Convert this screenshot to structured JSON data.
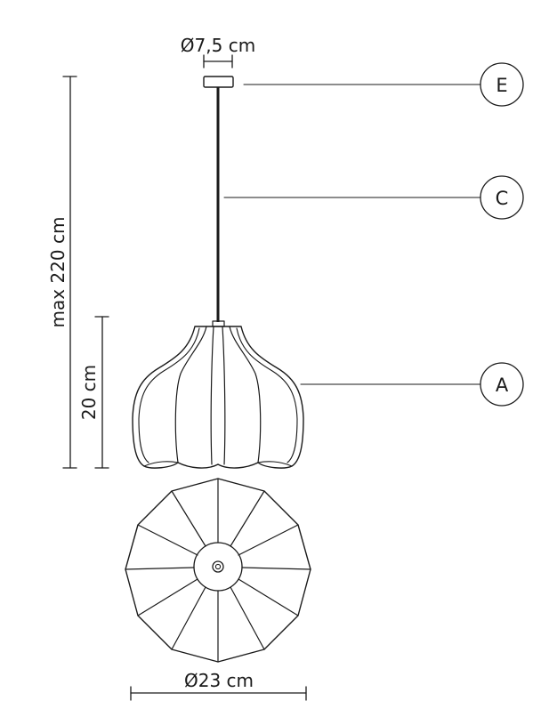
{
  "dimensions": {
    "canopy_diameter": "Ø7,5 cm",
    "max_height": "max 220 cm",
    "shade_height": "20 cm",
    "shade_diameter": "Ø23 cm"
  },
  "callouts": {
    "canopy": "E",
    "cable": "C",
    "shade": "A"
  },
  "colors": {
    "line": "#1a1a1a",
    "background": "#ffffff"
  }
}
